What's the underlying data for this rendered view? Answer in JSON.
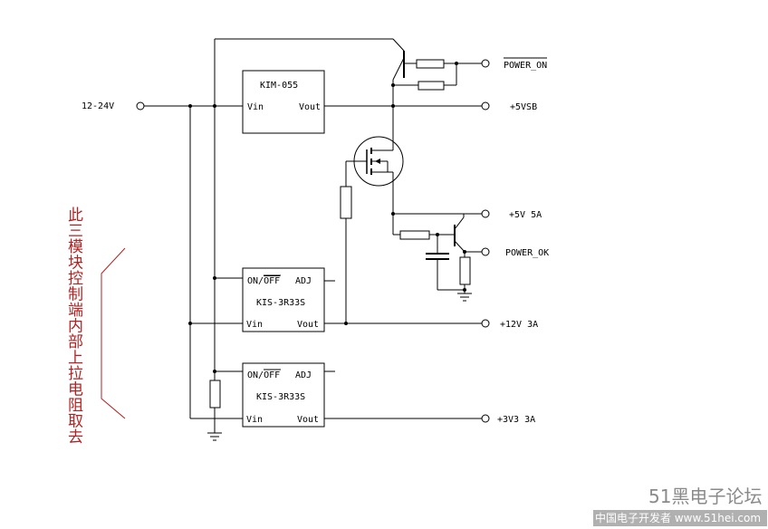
{
  "labels": {
    "input": "12-24V",
    "power_on": "POWER_ON",
    "vsb": "+5VSB",
    "v5": "+5V  5A",
    "power_ok": "POWER_OK",
    "v12": "+12V  3A",
    "v33": "+3V3  3A"
  },
  "modules": {
    "kim": {
      "name": "KIM-055",
      "vin": "Vin",
      "vout": "Vout"
    },
    "kis1": {
      "name": "KIS-3R33S",
      "onoff_prefix": "ON/",
      "onoff_bar": "OFF",
      "adj": "ADJ",
      "vin": "Vin",
      "vout": "Vout"
    },
    "kis2": {
      "name": "KIS-3R33S",
      "onoff_prefix": "ON/",
      "onoff_bar": "OFF",
      "adj": "ADJ",
      "vin": "Vin",
      "vout": "Vout"
    }
  },
  "note": "此三模块控制端内部上拉电阻取去",
  "watermark": {
    "site": "51黑电子论坛",
    "sub": "中国电子开发者 www.51hei.com"
  },
  "colors": {
    "note": "#b22222",
    "wire": "#000000"
  }
}
